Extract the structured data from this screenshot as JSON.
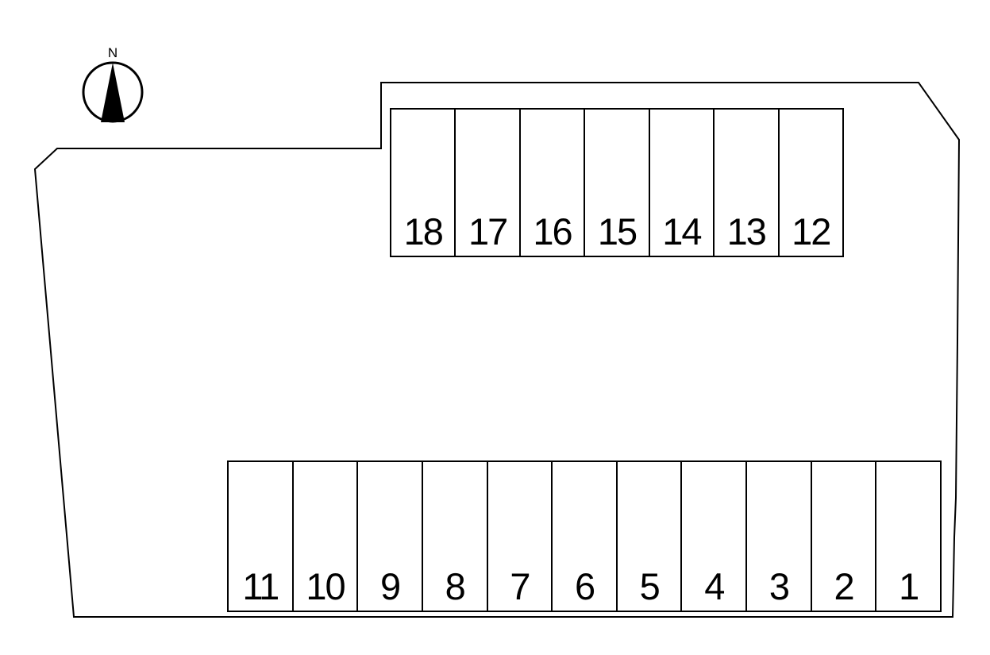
{
  "page": {
    "type": "parking-lot-layout-diagram",
    "background_color": "#ffffff",
    "line_color": "#000000"
  },
  "compass": {
    "label": "N"
  },
  "parking": {
    "rows": [
      {
        "id": "top",
        "spaces": [
          "18",
          "17",
          "16",
          "15",
          "14",
          "13",
          "12"
        ]
      },
      {
        "id": "bottom",
        "spaces": [
          "11",
          "10",
          "9",
          "8",
          "7",
          "6",
          "5",
          "4",
          "3",
          "2",
          "1"
        ]
      }
    ]
  }
}
